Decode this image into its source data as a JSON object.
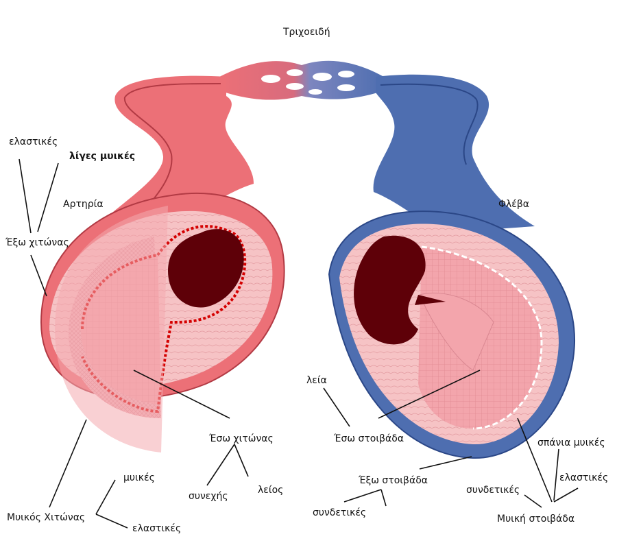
{
  "labels": {
    "capillaries": "Τριχοειδή",
    "artery": "Αρτηρία",
    "vein": "Φλέβα",
    "elastic_top": "ελαστικές",
    "few_muscle": "λίγες μυικές",
    "outer_coat": "Έξω χιτώνας",
    "inner_coat": "Έσω χιτώνας",
    "continuous": "συνεχής",
    "smooth_art": "λείος",
    "muscle_art": "μυικές",
    "muscle_coat": "Μυικός Χιτώνας",
    "elastic_art": "ελαστικές",
    "smooth_vein": "λεία",
    "inner_layer": "Έσω στοιβάδα",
    "outer_layer": "Έξω στοιβάδα",
    "connective_left": "συνδετικές",
    "connective_right": "συνδετικές",
    "rare_muscle": "σπάνια μυικές",
    "elastic_vein": "ελαστικές",
    "muscle_layer": "Μυική στοιβάδα"
  },
  "colors": {
    "artery": "#ec7077",
    "artery_dark": "#b23a44",
    "vein": "#4e6eb0",
    "vein_dark": "#2b4787",
    "lumen": "#5e0008",
    "tissue": "#f6c3c5",
    "elastic_line": "#d40000"
  }
}
